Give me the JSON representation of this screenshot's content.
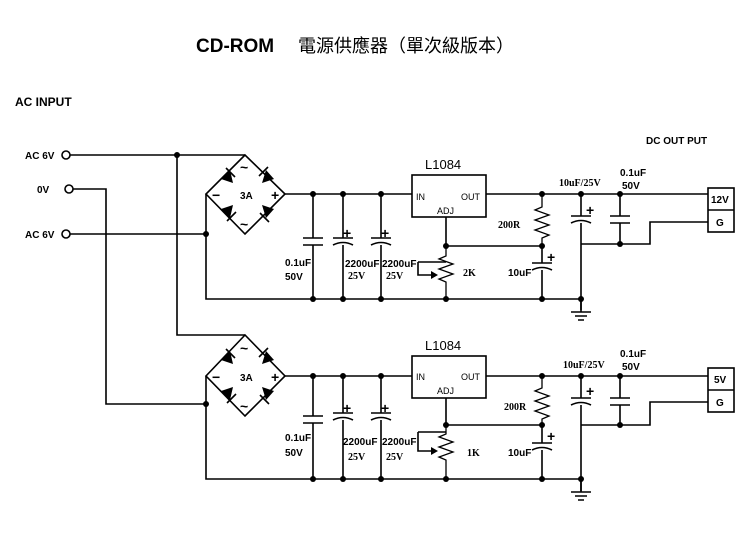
{
  "title": {
    "main": "CD-ROM",
    "subtitle": "電源供應器（單次級版本）"
  },
  "ac_input": {
    "header": "AC INPUT",
    "terminals": [
      "AC 6V",
      "0V",
      "AC 6V"
    ]
  },
  "dc_output": {
    "header": "DC OUT PUT"
  },
  "bridge": {
    "rating": "3A",
    "ac_symbol": "~",
    "minus": "−",
    "plus": "+"
  },
  "top_stage": {
    "regulator": {
      "name": "L1084",
      "pin_in": "IN",
      "pin_out": "OUT",
      "pin_adj": "ADJ"
    },
    "c_small": {
      "value": "0.1uF",
      "voltage": "50V"
    },
    "c_bulk1": {
      "value": "2200uF",
      "voltage": "25V"
    },
    "c_bulk2": {
      "value": "2200uF",
      "voltage": "25V"
    },
    "resistor": "200R",
    "pot": "2K",
    "c_adj": "10uF",
    "c_out1": "10uF/25V",
    "c_out2": {
      "value": "0.1uF",
      "voltage": "50V"
    },
    "output": {
      "voltage": "12V",
      "ground": "G"
    }
  },
  "bottom_stage": {
    "regulator": {
      "name": "L1084",
      "pin_in": "IN",
      "pin_out": "OUT",
      "pin_adj": "ADJ"
    },
    "c_small": {
      "value": "0.1uF",
      "voltage": "50V"
    },
    "c_bulk1": {
      "value": "2200uF",
      "voltage": "25V"
    },
    "c_bulk2": {
      "value": "2200uF",
      "voltage": "25V"
    },
    "resistor": "200R",
    "pot": "1K",
    "c_adj": "10uF",
    "c_out1": "10uF/25V",
    "c_out2": {
      "value": "0.1uF",
      "voltage": "50V"
    },
    "output": {
      "voltage": "5V",
      "ground": "G"
    }
  }
}
